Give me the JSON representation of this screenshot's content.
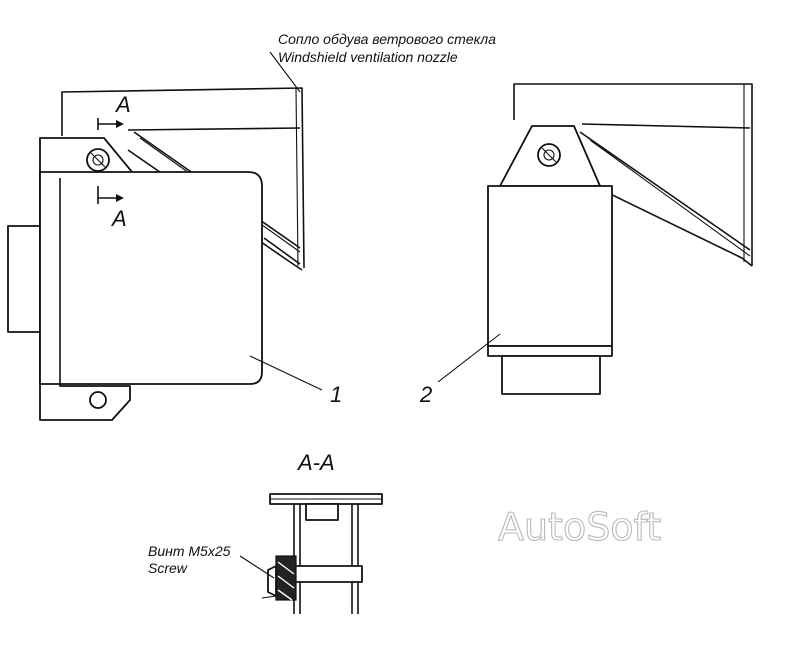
{
  "labels": {
    "nozzle_ru": "Сопло обдува ветрового стекла",
    "nozzle_en": "Windshield ventilation nozzle",
    "section_mark_top": "A",
    "section_mark_bottom": "A",
    "part_1": "1",
    "part_2": "2",
    "section_title": "A-A",
    "screw_ru": "Винт М5х25",
    "screw_en": "Screw"
  },
  "watermark": "AutoSoft"
}
